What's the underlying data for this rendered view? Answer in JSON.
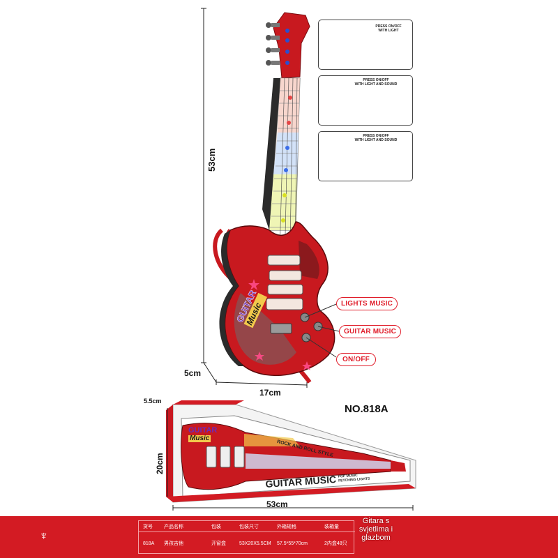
{
  "dimensions": {
    "height": "53cm",
    "depth": "5cm",
    "width": "17cm",
    "box_height": "20cm",
    "box_depth": "5.5cm",
    "box_length": "53cm"
  },
  "callouts": {
    "lights_music": "LIGHTS MUSIC",
    "guitar_music": "GUITAR MUSIC",
    "on_off": "ON/OFF"
  },
  "insets": [
    {
      "line1": "PRESS ON/OFF",
      "line2": "WITH LIGHT"
    },
    {
      "line1": "PRESS ON/OFF",
      "line2": "WITH LIGHT AND SOUND"
    },
    {
      "line1": "PRESS ON/OFF",
      "line2": "WITH LIGHT AND SOUND"
    }
  ],
  "model_number": "NO.818A",
  "box": {
    "brand_line1": "GUITAR",
    "brand_line2": "Music",
    "tagline": "ROCK AND ROLL STYLE",
    "product_name": "GUITAR MUSIC",
    "sub1": "POP MUSIC",
    "sub2": "FETCHING LIGHTS"
  },
  "guitar_logo": {
    "line1": "GUITAR",
    "line2": "Music"
  },
  "spec_table": {
    "headers": [
      "货号",
      "产品名称",
      "包装",
      "包装尺寸",
      "外箱规格",
      "装箱量"
    ],
    "values": [
      "818A",
      "男孩吉他",
      "开窗盒",
      "53X20X5.5CM",
      "57.5*55*70cm",
      "2内盒48只"
    ]
  },
  "overlay_caption": "Gitara s svjetlima i glazbom",
  "colors": {
    "brand_red": "#d31b23",
    "callout_red": "#e01d2a",
    "guitar_red": "#c8191f"
  }
}
